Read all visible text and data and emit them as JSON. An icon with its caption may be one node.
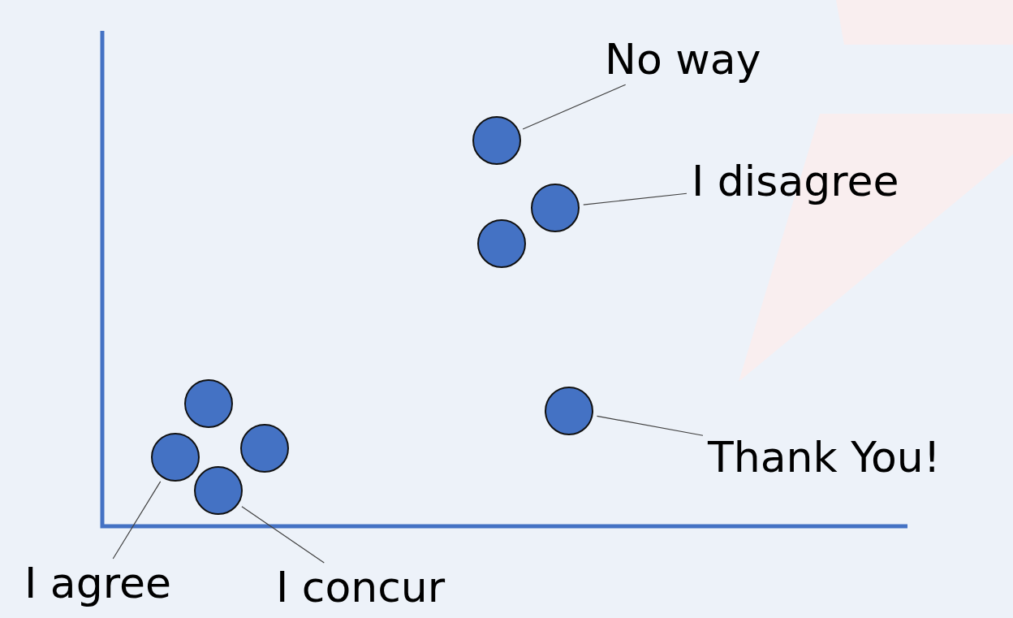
{
  "diagram": {
    "nodes": [
      {
        "text": [
          "No way"
        ]
      },
      {
        "text": [],
        "shape": "circle"
      },
      {
        "text": [
          "I disagree"
        ]
      },
      {
        "text": [],
        "shape": "circle"
      },
      {
        "text": [],
        "shape": "circle"
      },
      {
        "text": [],
        "shape": "circle"
      },
      {
        "text": [
          "Thank You!"
        ]
      },
      {
        "text": [],
        "shape": "circle"
      },
      {
        "text": [],
        "shape": "circle"
      },
      {
        "text": [],
        "shape": "circle"
      },
      {
        "text": [],
        "shape": "circle"
      },
      {
        "text": [
          "I agree"
        ]
      },
      {
        "text": [
          "I concur"
        ]
      }
    ],
    "edges": [
      {
        "from": 0,
        "to": 1,
        "arrow": "none"
      },
      {
        "from": 2,
        "to": 3,
        "arrow": "none"
      },
      {
        "from": 6,
        "to": 5,
        "arrow": "none"
      },
      {
        "from": 11,
        "to": 8,
        "arrow": "none"
      },
      {
        "from": 12,
        "to": 10,
        "arrow": "none"
      }
    ]
  }
}
